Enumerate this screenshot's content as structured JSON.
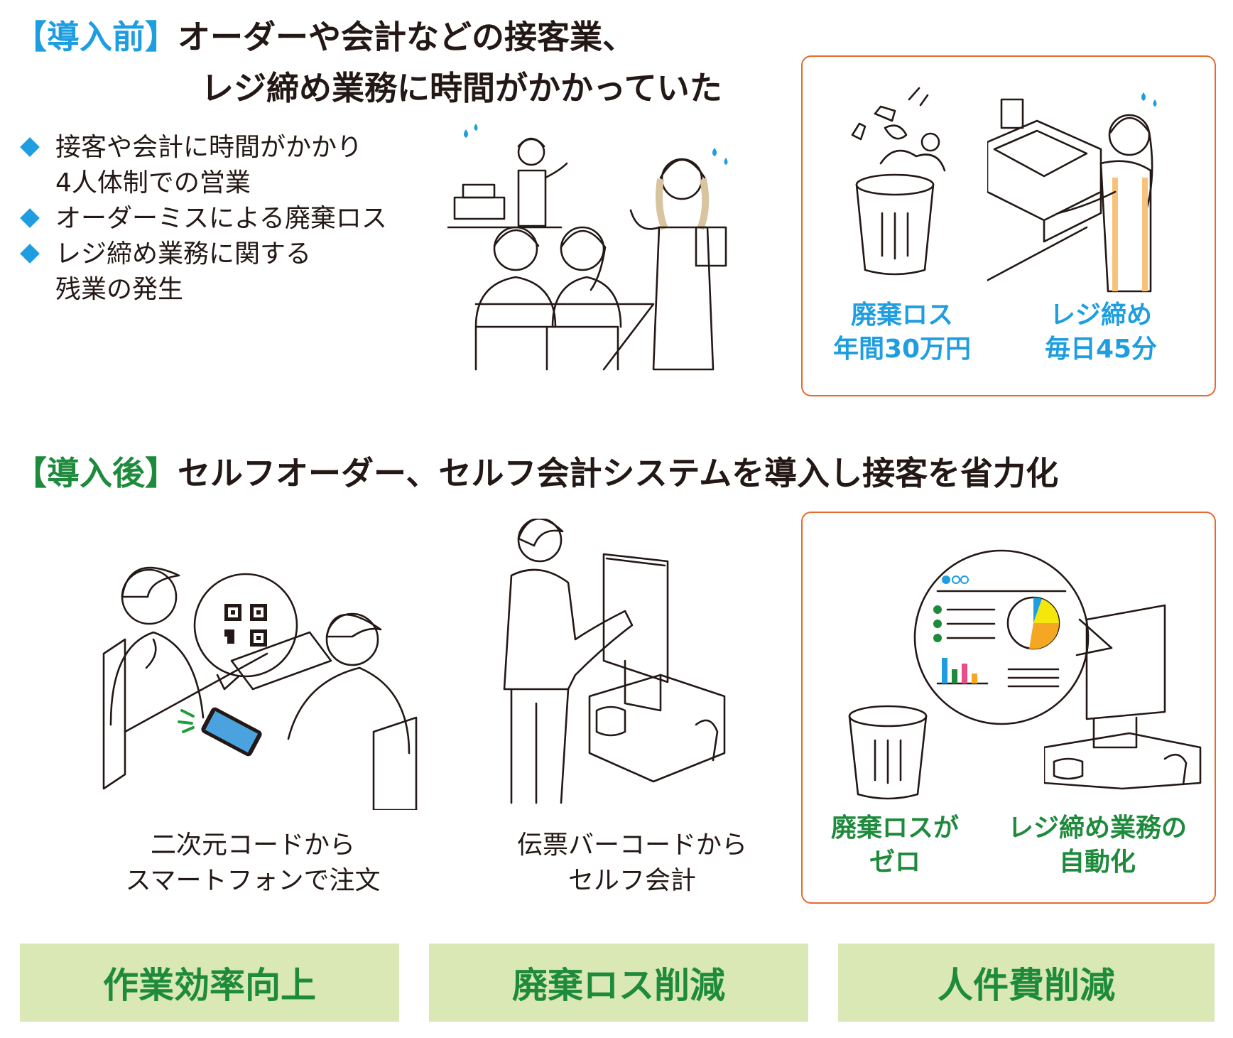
{
  "before": {
    "tag": "【導入前】",
    "title_line1": "オーダーや会計などの接客業、",
    "title_line2": "レジ締め業務に時間がかかっていた",
    "bullets": [
      "接客や会計に時間がかかり\n4人体制での営業",
      "オーダーミスによる廃棄ロス",
      "レジ締め業務に関する\n残業の発生"
    ],
    "box": {
      "left_caption": "廃棄ロス\n年間30万円",
      "right_caption": "レジ締め\n毎日45分"
    }
  },
  "after": {
    "tag": "【導入後】",
    "title": "セルフオーダー、セルフ会計システムを導入し接客を省力化",
    "caption_left": "二次元コードから\nスマートフォンで注文",
    "caption_middle": "伝票バーコードから\nセルフ会計",
    "box": {
      "left_caption": "廃棄ロスが\nゼロ",
      "right_caption": "レジ締め業務の\n自動化"
    }
  },
  "banners": [
    "作業効率向上",
    "廃棄ロス削減",
    "人件費削減"
  ],
  "colors": {
    "blue": "#1e9ee0",
    "green": "#1e8a3c",
    "orange_border": "#e86a2c",
    "banner_bg": "#d9e8b4",
    "apron": "#f7c27a",
    "screen": "#d8ecf8",
    "chair": "#faf0c2",
    "skin": "#f9ecdf",
    "hair": "#d9c4a0"
  },
  "icons": [
    "diamond-bullet-icon",
    "sweat-drop-icon",
    "trash-can-icon",
    "cash-register-icon",
    "qr-code-icon",
    "smartphone-icon",
    "self-checkout-kiosk-icon",
    "pie-chart-icon",
    "bar-chart-icon"
  ]
}
